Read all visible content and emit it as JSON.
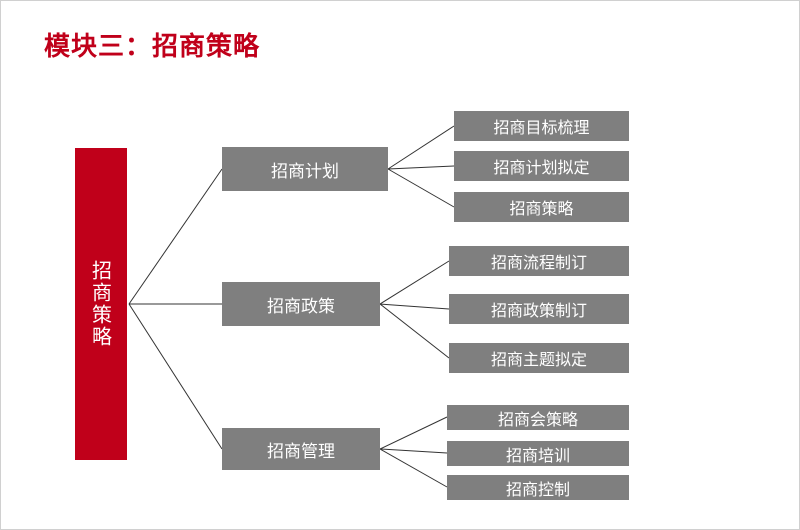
{
  "title": "模块三：招商策略",
  "root": {
    "label": "招商策略"
  },
  "groups": [
    {
      "label": "招商计划",
      "children": [
        "招商目标梳理",
        "招商计划拟定",
        "招商策略"
      ]
    },
    {
      "label": "招商政策",
      "children": [
        "招商流程制订",
        "招商政策制订",
        "招商主题拟定"
      ]
    },
    {
      "label": "招商管理",
      "children": [
        "招商会策略",
        "招商培训",
        "招商控制"
      ]
    }
  ],
  "colors": {
    "accent": "#c0001a",
    "box": "#7f7f7f",
    "line": "#333333"
  }
}
